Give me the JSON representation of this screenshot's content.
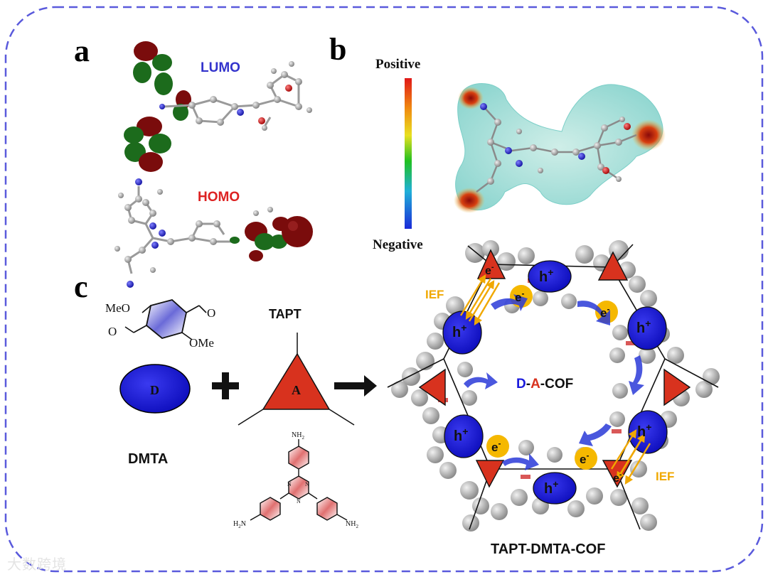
{
  "panels": {
    "a": {
      "letter": "a",
      "lumo_label": "LUMO",
      "homo_label": "HOMO",
      "colors": {
        "lumo": "#3333cc",
        "homo": "#dd2222",
        "orbital_red": "#7a0c0c",
        "orbital_green": "#1c6b1c"
      }
    },
    "b": {
      "letter": "b",
      "scale_top": "Positive",
      "scale_bottom": "Negative"
    },
    "c": {
      "letter": "c",
      "monomer_d": {
        "substituent_top": "MeO",
        "substituent_bottom": "OMe",
        "carbonyl_o": "O",
        "node_label": "D",
        "name": "DMTA"
      },
      "monomer_a": {
        "name": "TAPT",
        "node_label": "A",
        "nh2_top": "NH",
        "nh2_left": "H",
        "nh2_right": "NH",
        "nh2_left_suffix": "N",
        "sub_2": "2",
        "triazine_n": "N"
      },
      "plus": "+",
      "cof": {
        "center_prefix": "D",
        "center_dash1": "-",
        "center_mid": "A",
        "center_suffix": "-COF",
        "name": "TAPT-DMTA-COF",
        "hole": "h",
        "hole_sup": "+",
        "electron": "e",
        "electron_sup": "-",
        "ief": "IEF"
      }
    }
  },
  "watermark": "大数跨境",
  "colors": {
    "border": "#5a5adc",
    "donor": "#1a1adc",
    "acceptor": "#d8321e",
    "electron": "#f5b800",
    "ief_arrow": "#f0a800",
    "flow_arrow": "#2a3ad8"
  }
}
